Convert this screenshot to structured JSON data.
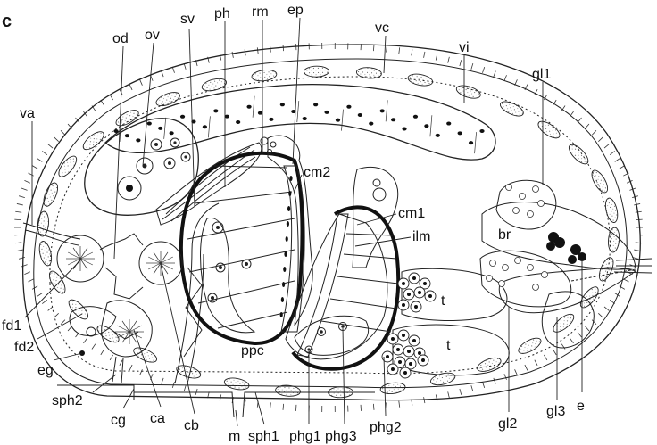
{
  "figure": {
    "panel_label": "c",
    "labels": {
      "od": "od",
      "ov": "ov",
      "sv": "sv",
      "ph": "ph",
      "rm": "rm",
      "ep": "ep",
      "vc": "vc",
      "vi": "vi",
      "gl1": "gl1",
      "va": "va",
      "cm2": "cm2",
      "cm1": "cm1",
      "ilm": "ilm",
      "br": "br",
      "t_upper": "t",
      "t_lower": "t",
      "ppc": "ppc",
      "fd1": "fd1",
      "fd2": "fd2",
      "eg": "eg",
      "sph2": "sph2",
      "cg": "cg",
      "ca": "ca",
      "cb": "cb",
      "m": "m",
      "sph1": "sph1",
      "phg1": "phg1",
      "phg3": "phg3",
      "phg2": "phg2",
      "gl2": "gl2",
      "gl3": "gl3",
      "e": "e"
    }
  }
}
